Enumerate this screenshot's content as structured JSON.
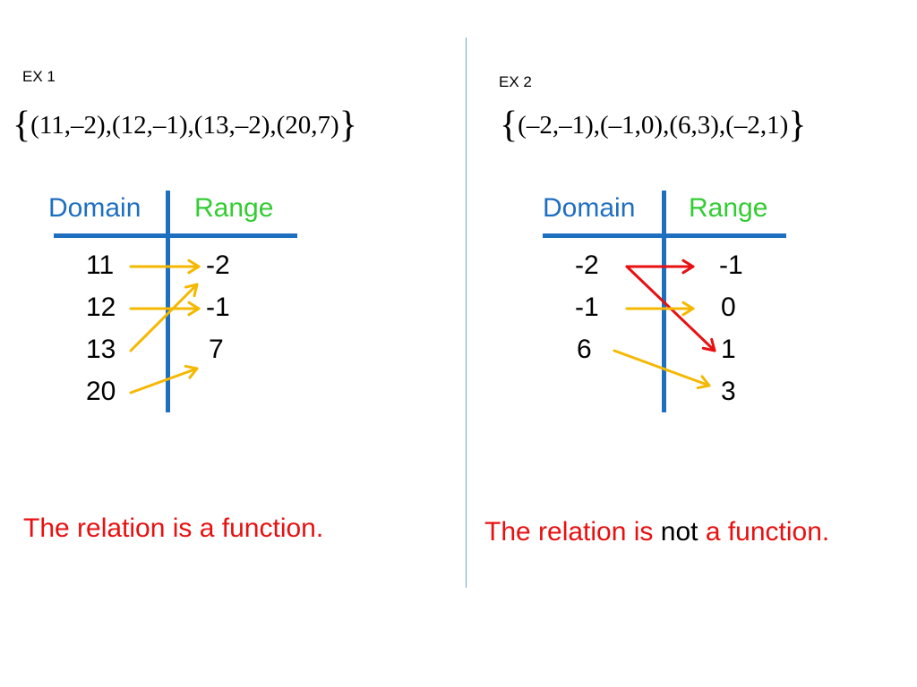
{
  "colors": {
    "domain_header": "#1F6FC0",
    "range_header": "#33CC33",
    "table_lines": "#1F6FC0",
    "divider": "#6AA3C8",
    "arrow_valid": "#F5B800",
    "arrow_conflict": "#E81010",
    "conclusion": "#E81010",
    "text": "#000000"
  },
  "ex1": {
    "label": "EX 1",
    "set_pairs": [
      "11",
      "–2",
      "12",
      "–1",
      "13",
      "–2",
      "20",
      "7"
    ],
    "domain_header": "Domain",
    "range_header": "Range",
    "domain": [
      "11",
      "12",
      "13",
      "20"
    ],
    "range": [
      "-2",
      "-1",
      "7"
    ],
    "mapping": [
      {
        "from": 0,
        "to": 0,
        "color": "valid"
      },
      {
        "from": 1,
        "to": 1,
        "color": "valid"
      },
      {
        "from": 2,
        "to": 0,
        "color": "valid"
      },
      {
        "from": 3,
        "to": 2,
        "color": "valid"
      }
    ],
    "conclusion": {
      "pre": "The relation is a function.",
      "mid": "",
      "post": ""
    }
  },
  "ex2": {
    "label": "EX 2",
    "set_pairs": [
      "–2",
      "–1",
      "–1",
      "0",
      "6",
      "3",
      "–2",
      "1"
    ],
    "domain_header": "Domain",
    "range_header": "Range",
    "domain": [
      "-2",
      "-1",
      "6"
    ],
    "range": [
      "-1",
      "0",
      "1",
      "3"
    ],
    "mapping": [
      {
        "from": 0,
        "to": 0,
        "color": "conflict"
      },
      {
        "from": 0,
        "to": 2,
        "color": "conflict"
      },
      {
        "from": 1,
        "to": 1,
        "color": "valid"
      },
      {
        "from": 2,
        "to": 3,
        "color": "valid"
      }
    ],
    "conclusion": {
      "pre": "The relation is ",
      "mid": "not",
      "post": " a function."
    }
  }
}
